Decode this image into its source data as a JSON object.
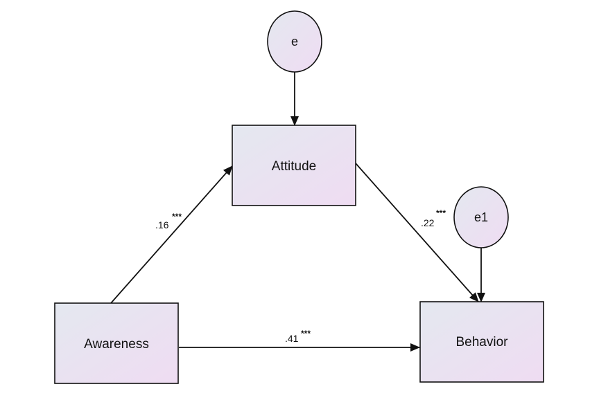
{
  "nodes": {
    "awareness": {
      "label": "Awareness"
    },
    "attitude": {
      "label": "Attitude"
    },
    "behavior": {
      "label": "Behavior"
    },
    "e": {
      "label": "e"
    },
    "e1": {
      "label": "e1"
    }
  },
  "paths": {
    "awareness_attitude": {
      "coef": ".16",
      "sig": "***"
    },
    "attitude_behavior": {
      "coef": ".22",
      "sig": "***"
    },
    "awareness_behavior": {
      "coef": ".41",
      "sig": "***"
    }
  },
  "colors": {
    "fill_start": "#e4e8f0",
    "fill_end": "#efdcf2",
    "stroke": "#111111"
  }
}
